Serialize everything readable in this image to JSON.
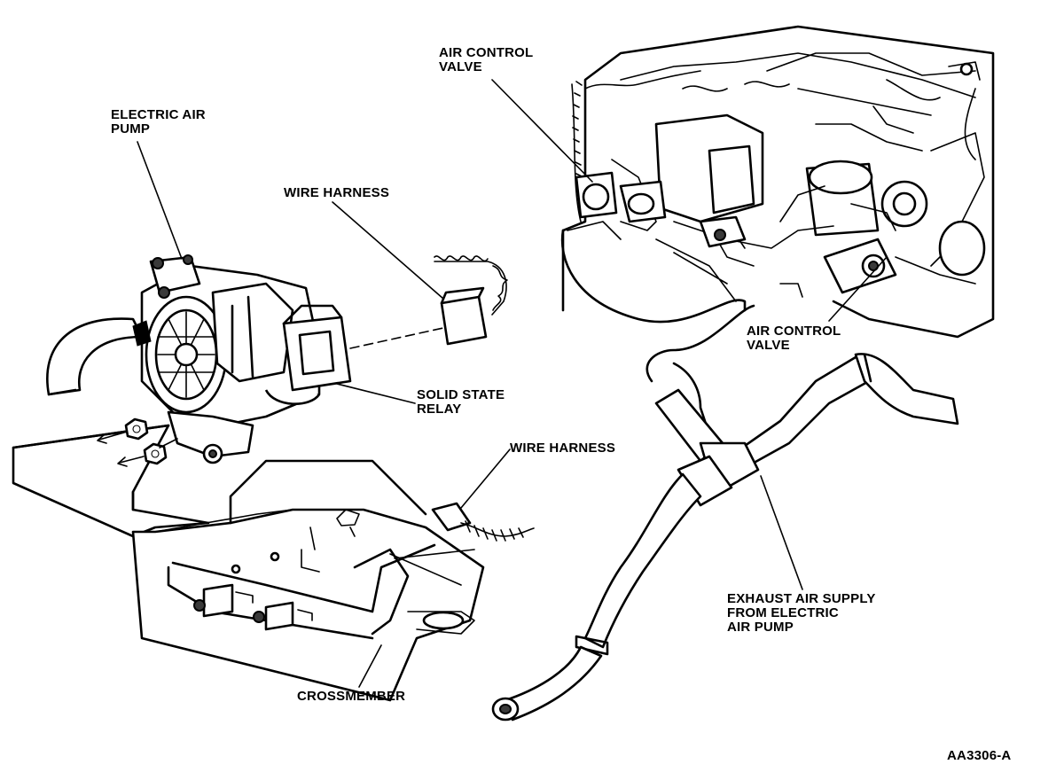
{
  "labels": {
    "electric_air_pump": {
      "line1": "ELECTRIC AIR",
      "line2": "PUMP"
    },
    "wire_harness_top": "WIRE HARNESS",
    "air_control_valve_top": {
      "line1": "AIR CONTROL",
      "line2": "VALVE"
    },
    "air_control_valve_mid": {
      "line1": "AIR CONTROL",
      "line2": "VALVE"
    },
    "solid_state_relay": {
      "line1": "SOLID STATE",
      "line2": "RELAY"
    },
    "wire_harness_bottom": "WIRE HARNESS",
    "exhaust_air_supply": {
      "line1": "EXHAUST AIR SUPPLY",
      "line2": "FROM ELECTRIC",
      "line3": "AIR PUMP"
    },
    "crossmember": "CROSSMEMBER",
    "figure_code": "AA3306-A"
  },
  "colors": {
    "ink": "#000000",
    "paper": "#ffffff"
  }
}
